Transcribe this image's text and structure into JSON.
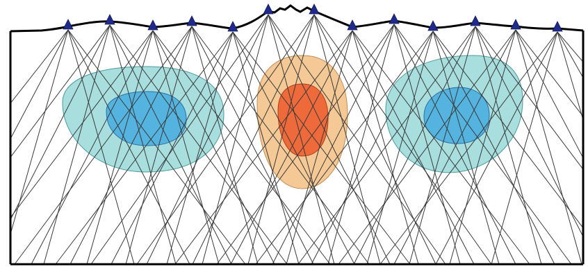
{
  "colors": {
    "background": "#ffffff",
    "outline": "#000000",
    "ray": "#3a3a3a",
    "station": "#1f2a8c",
    "cold_outer": "#a8dede",
    "cold_inner": "#55b3e0",
    "hot_outer": "#f5c996",
    "hot_inner": "#ee6a3a"
  },
  "stations": {
    "count": 13,
    "icon": "triangle-icon"
  },
  "anomalies": [
    {
      "name": "left-cold-anomaly",
      "kind": "low-velocity",
      "icon": "cold-zone"
    },
    {
      "name": "center-hot-anomaly",
      "kind": "high-velocity",
      "icon": "hot-zone"
    },
    {
      "name": "right-cold-anomaly",
      "kind": "low-velocity",
      "icon": "cold-zone"
    }
  ]
}
